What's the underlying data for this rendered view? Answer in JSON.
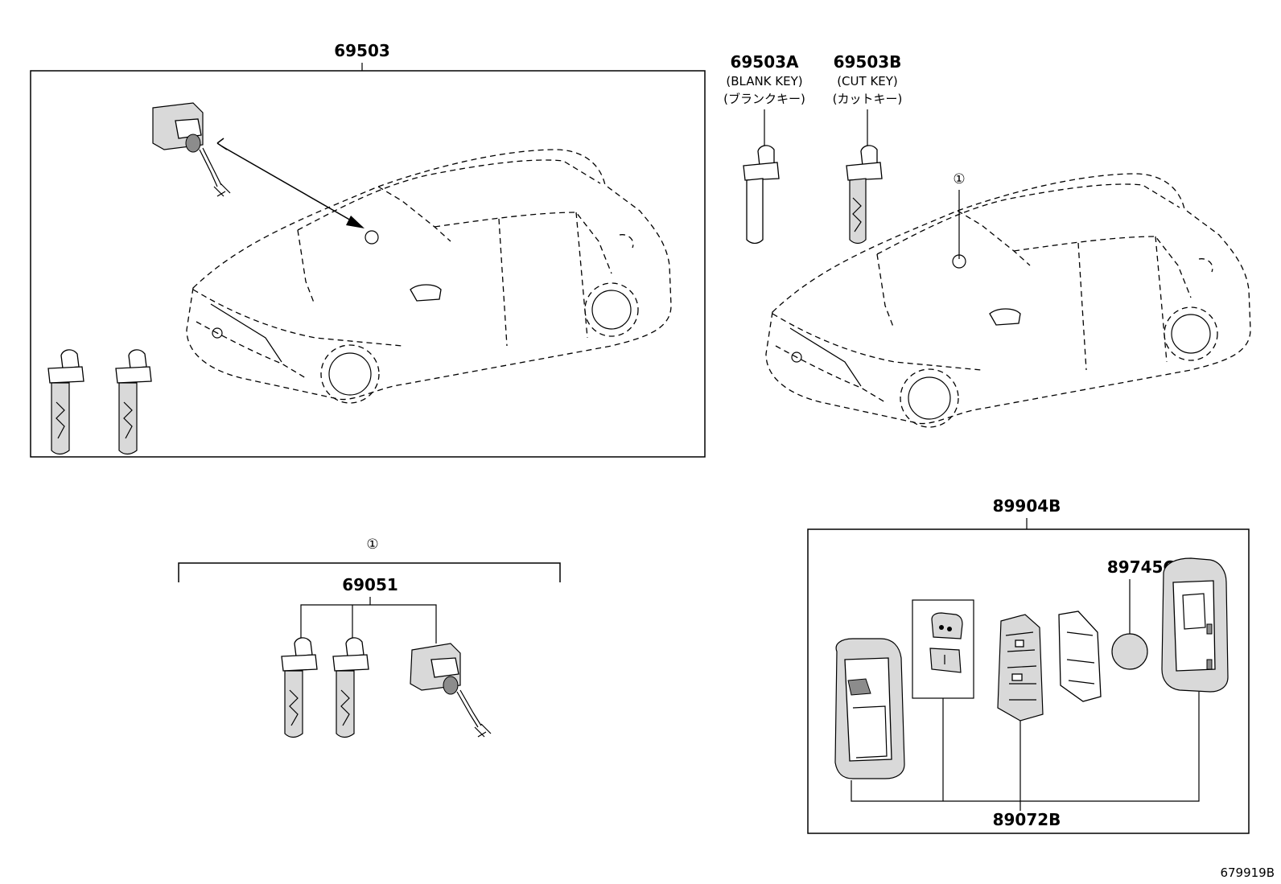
{
  "callouts": {
    "top_left_assembly": "69503",
    "blank_key": "69503A",
    "blank_key_en": "(BLANK KEY)",
    "blank_key_jp": "(ブランクキー)",
    "cut_key": "69503B",
    "cut_key_en": "(CUT KEY)",
    "cut_key_jp": "(カットキー)",
    "set_marker": "①",
    "lock_set": "69051",
    "transmitter_assembly": "89904B",
    "battery": "89745C",
    "transmitter_housing": "89072B"
  },
  "reference_code": "679919B"
}
